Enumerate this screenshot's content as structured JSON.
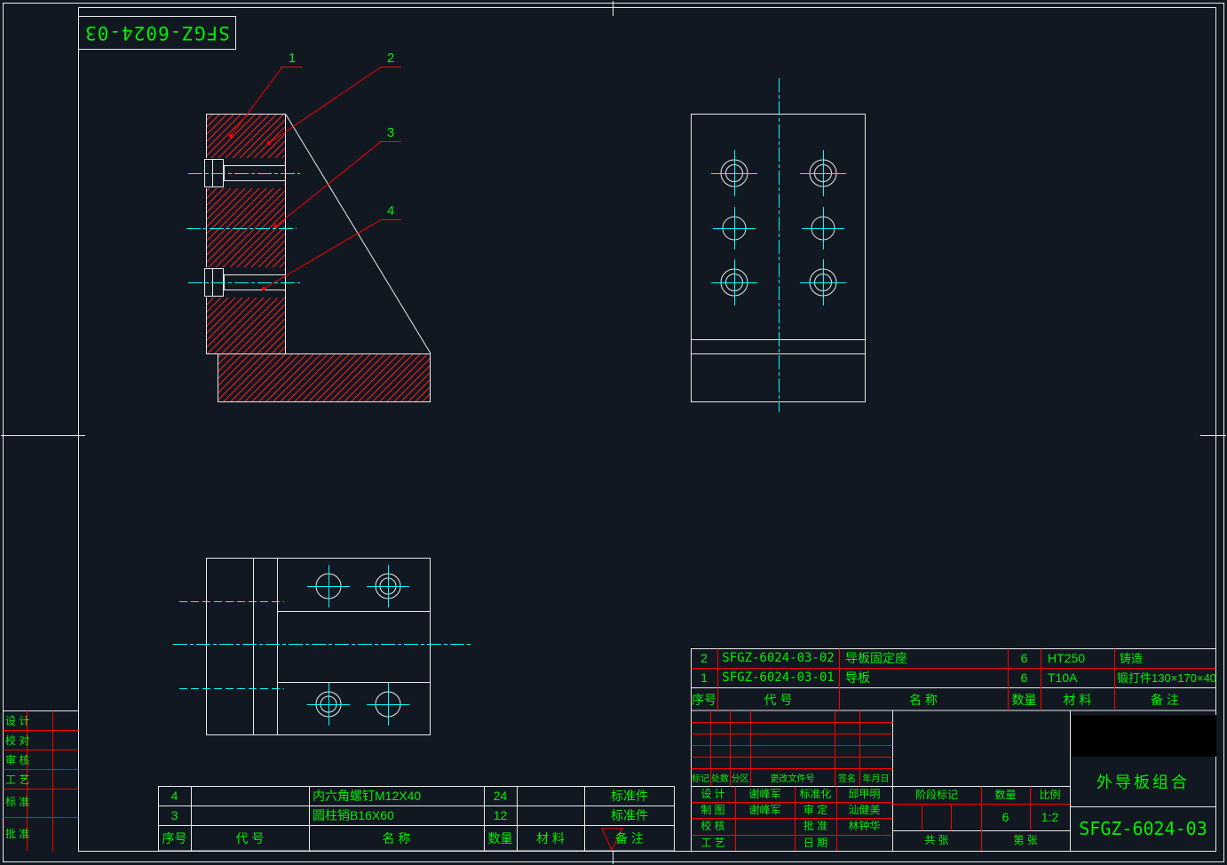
{
  "colors": {
    "background": "#121821",
    "line_white": "#e8e8e8",
    "hatch_red": "#ff1f1f",
    "centerline_cyan": "#00ffff",
    "text_green": "#00f000",
    "black_box": "#000000"
  },
  "doc_number_box": "SFGZ-6024-03",
  "callouts": [
    "1",
    "2",
    "3",
    "4"
  ],
  "bom": {
    "headers": {
      "seq": "序号",
      "code": "代  号",
      "name": "名  称",
      "qty": "数量",
      "material": "材  料",
      "remark": "备  注"
    },
    "rows": [
      {
        "seq": "2",
        "code": "SFGZ-6024-03-02",
        "name": "导板固定座",
        "qty": "6",
        "material": "HT250",
        "remark": "铸造"
      },
      {
        "seq": "1",
        "code": "SFGZ-6024-03-01",
        "name": "导板",
        "qty": "6",
        "material": "T10A",
        "remark": "锻打件130×170×40"
      }
    ]
  },
  "std_parts": {
    "headers": {
      "seq": "序号",
      "code": "代  号",
      "name": "名  称",
      "qty": "数量",
      "material": "材  料",
      "remark": "备  注"
    },
    "rows": [
      {
        "seq": "4",
        "name": "内六角螺钉M12X40",
        "qty": "24",
        "remark": "标准件"
      },
      {
        "seq": "3",
        "name": "圆柱销B16X60",
        "qty": "12",
        "remark": "标准件"
      }
    ]
  },
  "title_block": {
    "revision_headers": [
      "标记",
      "处数",
      "分区",
      "更改文件号",
      "签名",
      "年月日"
    ],
    "signature_rows": [
      {
        "label_left": "设 计",
        "name_left": "谢峰军",
        "label_right": "标准化",
        "name_right": "邱甲明"
      },
      {
        "label_left": "制 图",
        "name_left": "谢峰军",
        "label_right": "审 定",
        "name_right": "汕健美"
      },
      {
        "label_left": "校 核",
        "name_left": "",
        "label_right": "批 准",
        "name_right": "林钟华"
      },
      {
        "label_left": "工 艺",
        "name_left": "",
        "label_right": "日 期",
        "name_right": ""
      }
    ],
    "stage_mark_label": "阶段标记",
    "qty_label": "数量",
    "scale_label": "比例",
    "qty_value": "6",
    "scale_value": "1:2",
    "total_sheets": "共  张",
    "sheet_number": "第  张",
    "part_title": "外导板组合",
    "drawing_number": "SFGZ-6024-03"
  },
  "margin_strip": {
    "labels": [
      "设 计",
      "校 对",
      "审 核",
      "工 艺",
      "标 准",
      "批 准"
    ]
  }
}
